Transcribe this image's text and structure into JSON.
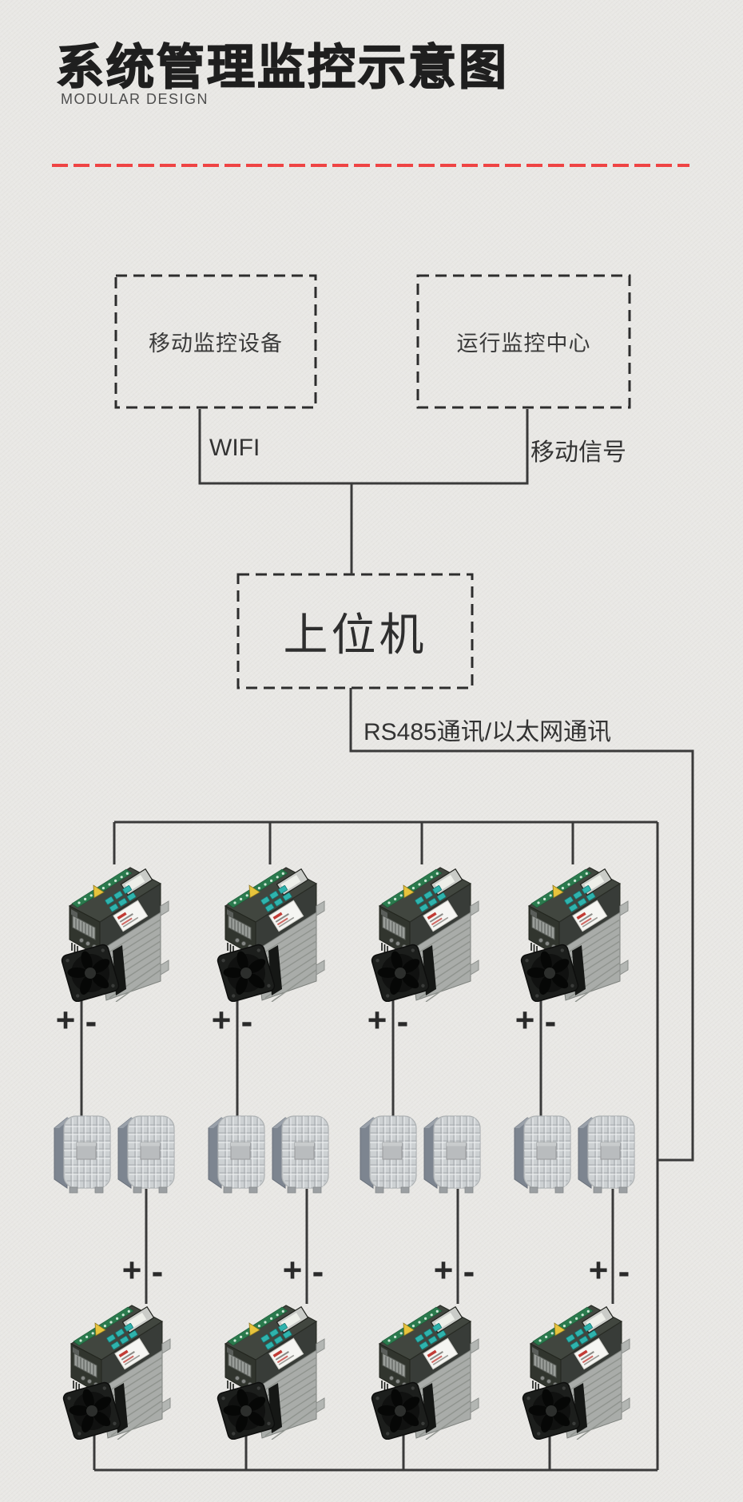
{
  "header": {
    "title": "系统管理监控示意图",
    "subtitle": "MODULAR DESIGN"
  },
  "nodes": {
    "mobile_device": "移动监控设备",
    "monitor_center": "运行监控中心",
    "host": "上位机"
  },
  "link_labels": {
    "wifi": "WIFI",
    "mobile_signal": "移动信号",
    "bus": "RS485通讯/以太网通讯"
  },
  "polarity": {
    "plus": "+",
    "minus": "-"
  },
  "equipment": {
    "top_power_controllers": 4,
    "transformers": 8,
    "bottom_power_controllers": 4
  },
  "colors": {
    "background": "#e9e8e5",
    "line": "#3a3a3a",
    "dash_border": "#2d2d2d",
    "accent_red": "#ef4444",
    "title_text": "#1f1f1f",
    "subtitle_text": "#4e4e4e",
    "label_text": "#3a3a3a",
    "device_body": "#41463f",
    "device_heatsink": "#a9aca9",
    "device_buttons": "#2fb3ad",
    "device_terminal_strip": "#2a7a4d",
    "transformer_body": "#cdd1d3",
    "transformer_side": "#7d8590"
  }
}
